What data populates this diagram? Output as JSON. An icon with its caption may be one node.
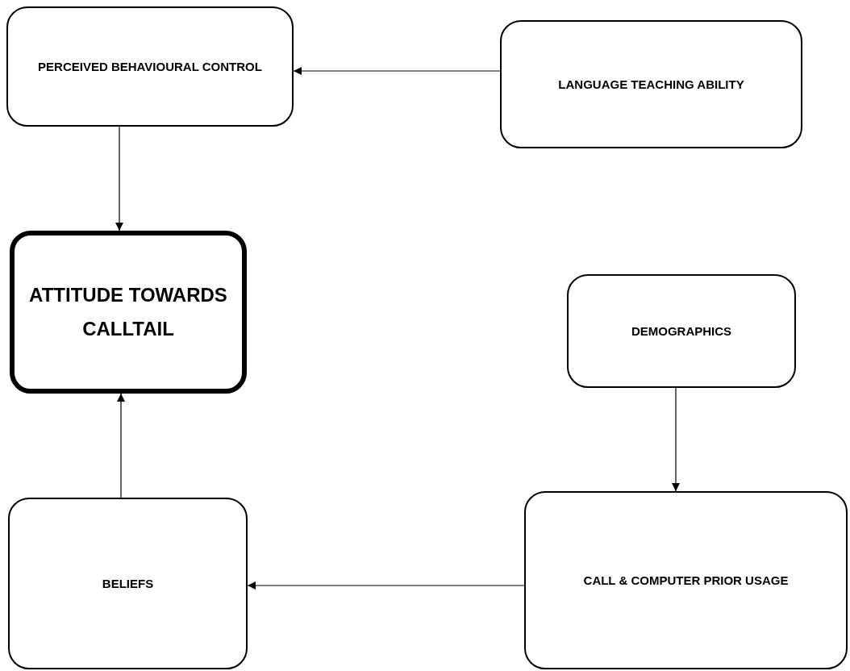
{
  "diagram": {
    "nodes": [
      {
        "text": [
          "PERCEIVED BEHAVIOURAL CONTROL"
        ]
      },
      {
        "text": [
          "LANGUAGE TEACHING ABILITY"
        ]
      },
      {
        "text": [
          "ATTITUDE TOWARDS CALLTAIL"
        ]
      },
      {
        "text": [
          "DEMOGRAPHICS"
        ]
      },
      {
        "text": [
          "BELIEFS"
        ]
      },
      {
        "text": [
          "CALL & COMPUTER PRIOR USAGE"
        ]
      }
    ],
    "edges": [
      {
        "from": 1,
        "to": 0,
        "arrow": "to"
      },
      {
        "from": 0,
        "to": 2,
        "arrow": "to"
      },
      {
        "from": 4,
        "to": 2,
        "arrow": "to"
      },
      {
        "from": 3,
        "to": 5,
        "arrow": "to"
      },
      {
        "from": 5,
        "to": 4,
        "arrow": "to"
      }
    ]
  }
}
